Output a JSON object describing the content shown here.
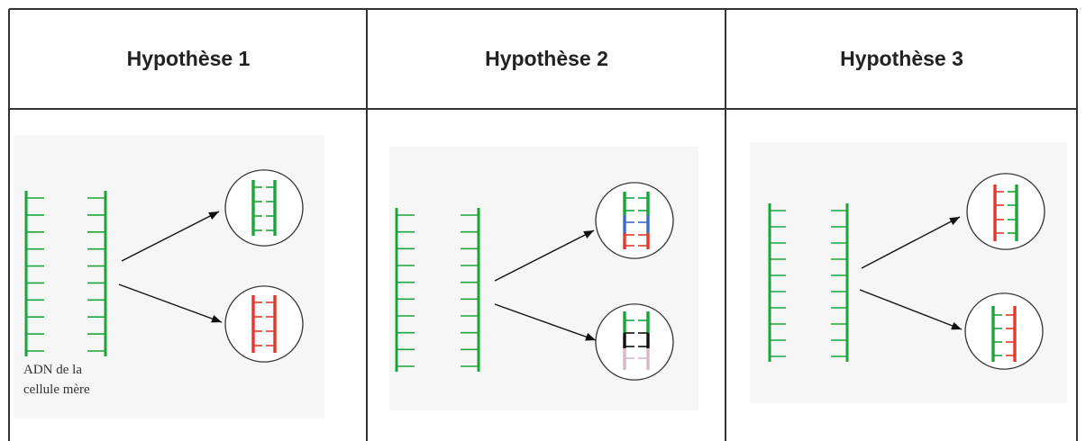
{
  "headers": [
    "Hypothèse 1",
    "Hypothèse 2",
    "Hypothèse 3"
  ],
  "caption": {
    "line1": "ADN de la",
    "line2": "cellule mère"
  },
  "colors": {
    "grid": "#333333",
    "panel_bg": "#f6f6f6",
    "parent_strand": "#1aa53a",
    "new_strand": "#e03a2a",
    "hybrid_strand": "#3a6ac8",
    "dispersed_dark": "#111111",
    "dispersed_light": "#d8b8c8",
    "arrow": "#111111",
    "circle": "#333333"
  }
}
